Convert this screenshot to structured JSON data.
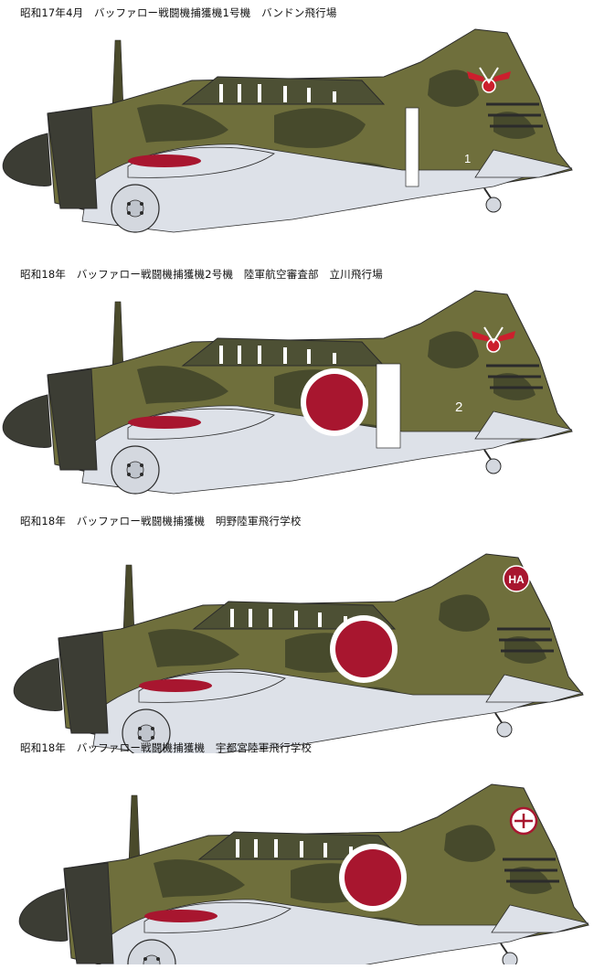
{
  "profiles": [
    {
      "caption": "昭和17年4月　バッファロー戦闘機捕獲機1号機　バンドン飛行場",
      "tail_number": "1",
      "tail_marking": "wings-emblem",
      "fuselage_marking": "white-band",
      "camo_colors": [
        "#6b6b3a",
        "#4a4a2b",
        "#d9dde4"
      ]
    },
    {
      "caption": "昭和18年　バッファロー戦闘機捕獲機2号機　陸軍航空審査部　立川飛行場",
      "tail_number": "2",
      "tail_marking": "wings-emblem",
      "fuselage_marking": "hinomaru-white-band",
      "camo_colors": [
        "#6b6b3a",
        "#4a4a2b",
        "#d9dde4"
      ]
    },
    {
      "caption": "昭和18年　バッファロー戦闘機捕獲機　明野陸軍飛行学校",
      "tail_number": "",
      "tail_marking": "ha-emblem",
      "fuselage_marking": "hinomaru",
      "camo_colors": [
        "#6b6b3a",
        "#4a4a2b",
        "#d9dde4"
      ]
    },
    {
      "caption": "昭和18年　バッファロー戦闘機捕獲機　宇都宮陸軍飛行学校",
      "tail_number": "",
      "tail_marking": "circle-emblem",
      "fuselage_marking": "hinomaru",
      "camo_colors": [
        "#6b6b3a",
        "#4a4a2b",
        "#d9dde4"
      ]
    }
  ],
  "emblem_text": "HA",
  "colors": {
    "olive": "#6f6f3c",
    "dark_olive": "#474a2c",
    "under": "#dde1e8",
    "red": "#a8162f",
    "white": "#ffffff",
    "cowl": "#3c3d34",
    "outline": "#2b2b2b"
  }
}
